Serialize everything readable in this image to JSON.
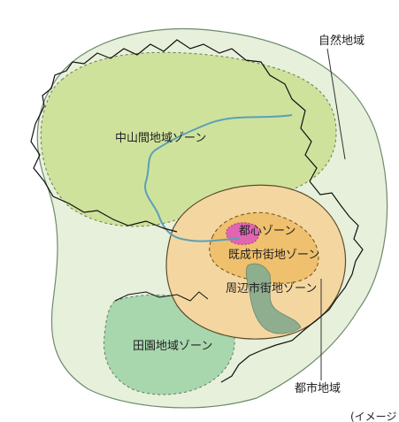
{
  "labels": {
    "natural_area": "自然地域",
    "urban_area": "都市地域",
    "mountain_zone": "中山間地域ゾーン",
    "city_center_zone": "都心ゾーン",
    "existing_urban_zone": "既成市街地ゾーン",
    "peripheral_urban_zone": "周辺市街地ゾーン",
    "rural_zone": "田園地域ゾーン",
    "image_note": "(イメージ"
  },
  "colors": {
    "outer_region": "#e6f0da",
    "mountain_zone": "#cfe29c",
    "rural_zone": "#a8d6ad",
    "urban_area": "#f4d7a0",
    "existing_urban": "#efc06d",
    "city_center": "#e066b4",
    "green_corridor": "#8fae8f",
    "river": "#5aa0b8",
    "boundary": "#111111"
  }
}
